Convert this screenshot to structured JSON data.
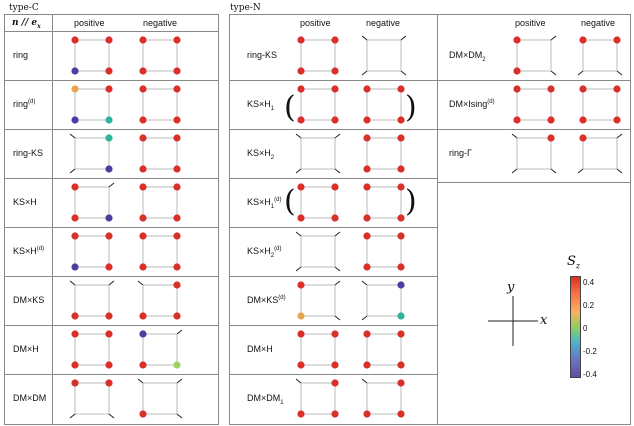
{
  "typeC": {
    "title": "type-C",
    "col_header": "n // e_x",
    "positive": "positive",
    "negative": "negative",
    "rows": [
      {
        "label": "ring",
        "sup": ""
      },
      {
        "label": "ring",
        "sup": "(d)"
      },
      {
        "label": "ring-KS",
        "sup": ""
      },
      {
        "label": "KS×H",
        "sup": ""
      },
      {
        "label": "KS×H",
        "sup": "(d)"
      },
      {
        "label": "DM×KS",
        "sup": ""
      },
      {
        "label": "DM×H",
        "sup": ""
      },
      {
        "label": "DM×DM",
        "sup": ""
      }
    ]
  },
  "typeN": {
    "title": "type-N",
    "positive": "positive",
    "negative": "negative",
    "left_rows": [
      {
        "label": "ring-KS",
        "sub": "",
        "sup": ""
      },
      {
        "label": "KS×H",
        "sub": "1",
        "sup": ""
      },
      {
        "label": "KS×H",
        "sub": "2",
        "sup": ""
      },
      {
        "label": "KS×H",
        "sub": "1",
        "sup": "(d)"
      },
      {
        "label": "KS×H",
        "sub": "2",
        "sup": "(d)"
      },
      {
        "label": "DM×KS",
        "sub": "",
        "sup": "(d)"
      },
      {
        "label": "DM×H",
        "sub": "",
        "sup": ""
      },
      {
        "label": "DM×DM",
        "sub": "1",
        "sup": ""
      }
    ],
    "right_rows": [
      {
        "label": "DM×DM",
        "sub": "2",
        "sup": ""
      },
      {
        "label": "DM×Ising",
        "sub": "",
        "sup": "(d)"
      },
      {
        "label": "ring-Γ",
        "sub": "",
        "sup": ""
      }
    ]
  },
  "axes": {
    "x": "x",
    "y": "y"
  },
  "colorbar": {
    "title": "S_z",
    "ticks": [
      "0.4",
      "0.2",
      "0",
      "-0.2",
      "-0.4"
    ],
    "colors": [
      "#d73027",
      "#fc8d59",
      "#91cf60",
      "#4fb3c8",
      "#5e4fa2"
    ]
  }
}
